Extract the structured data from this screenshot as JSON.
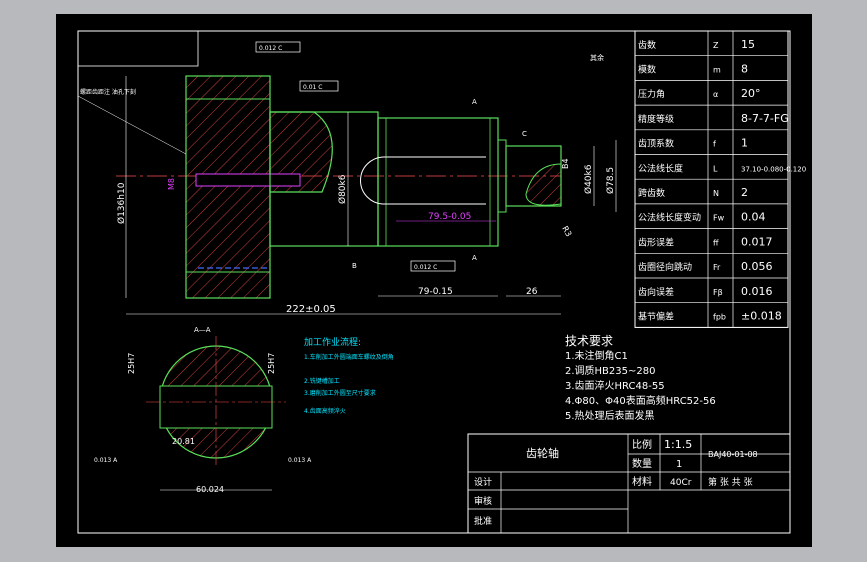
{
  "colors": {
    "background": "#000000",
    "frame": "#b7b9bd",
    "line": "#ffffff",
    "hatch": "#ff4d4d",
    "outline": "#5be05b",
    "dim": "#00e5ff",
    "magenta": "#e040fb",
    "yellow": "#ffff00"
  },
  "params": [
    {
      "label": "齿数",
      "sym": "Z",
      "val": "15"
    },
    {
      "label": "模数",
      "sym": "m",
      "val": "8"
    },
    {
      "label": "压力角",
      "sym": "α",
      "val": "20°"
    },
    {
      "label": "精度等级",
      "sym": "",
      "val": "8-7-7-FG"
    },
    {
      "label": "齿顶系数",
      "sym": "f",
      "val": "1"
    },
    {
      "label": "公法线长度",
      "sym": "L",
      "val": "37.10-0.080-0.120"
    },
    {
      "label": "跨齿数",
      "sym": "N",
      "val": "2"
    },
    {
      "label": "公法线长度变动",
      "sym": "Fw",
      "val": "0.04"
    },
    {
      "label": "齿形误差",
      "sym": "ff",
      "val": "0.017"
    },
    {
      "label": "齿圈径向跳动",
      "sym": "Fr",
      "val": "0.056"
    },
    {
      "label": "齿向误差",
      "sym": "Fβ",
      "val": "0.016"
    },
    {
      "label": "基节偏差",
      "sym": "fpb",
      "val": "±0.018"
    }
  ],
  "title_block": {
    "part_name": "齿轮轴",
    "scale_label": "比例",
    "scale_value": "1:1.5",
    "qty_label": "数量",
    "qty_value": "1",
    "material_label": "材料",
    "material_value": "40Cr",
    "drawing_no": "BAJ40-01-08",
    "sheet": "第 张 共 张",
    "design": "设计",
    "check": "审核",
    "approve": "批准"
  },
  "tech_req": {
    "title": "技术要求",
    "items": [
      "1.未注倒角C1",
      "2.调质HB235~280",
      "3.齿面淬火HRC48-55",
      "4.Φ80、Φ40表面高频HRC52-56",
      "5.热处理后表面发黑"
    ]
  },
  "process": {
    "title": "加工作业流程:",
    "items": [
      "1.车削加工外圆端面车螺纹及倒角",
      "2.铣键槽加工",
      "3.磨削加工外圆至尺寸要求",
      "4.齿面高频淬火"
    ]
  },
  "dims": {
    "d136": "Ø136h10",
    "d80": "Ø80k6",
    "d40": "Ø40k6",
    "d78": "Ø78.5",
    "len222": "222±0.05",
    "len79": "79-0.15",
    "len26": "26",
    "key79": "79.5-0.05",
    "b4": "B4",
    "r3": "R3",
    "m8": "M8",
    "section": "A—A",
    "w20": "20.81",
    "w60": "60.024",
    "d25a": "25H7",
    "d25b": "25H7",
    "A1": "A",
    "A2": "A",
    "C": "C",
    "B1": "B",
    "tol1": "0.012 C",
    "tol2": "0.01 C",
    "tol3": "0.012 C",
    "tol4": "0.013 A",
    "tol5": "0.013 A",
    "rough": "其余",
    "note_left": "螺距齿距注 油孔下刻"
  }
}
